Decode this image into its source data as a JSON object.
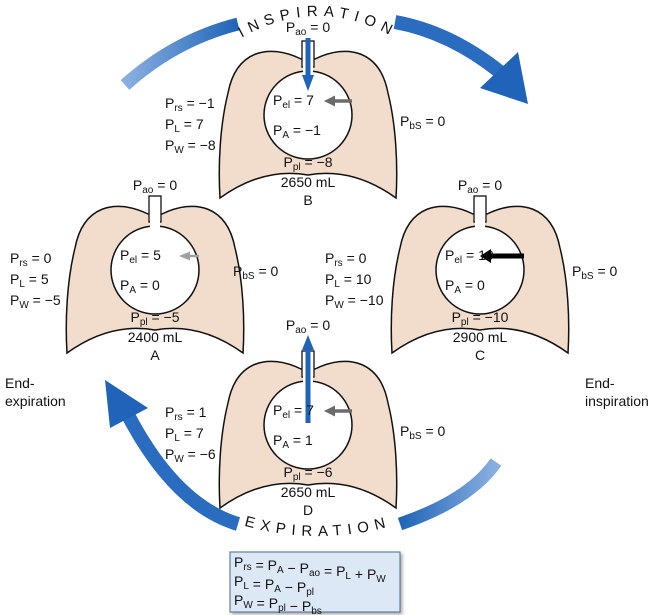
{
  "cycle_labels": {
    "inspiration": "INSPIRATION",
    "expiration": "EXPIRATION"
  },
  "end_labels": {
    "end_expiration": [
      "End-",
      "expiration"
    ],
    "end_inspiration": [
      "End-",
      "inspiration"
    ]
  },
  "colors": {
    "lung_fill": "#f2dccb",
    "arrow_dark": "#1f64b8",
    "arrow_light": "#8ab0e0",
    "formula_box": "#dde8f6"
  },
  "lungs": [
    {
      "id": "B",
      "volume": "2650 mL",
      "pao": {
        "main": "P",
        "sub": "ao",
        "value": " = 0"
      },
      "pel": {
        "main": "P",
        "sub": "el",
        "value": " = 7"
      },
      "pa": {
        "main": "P",
        "sub": "A",
        "value": " = −1"
      },
      "ppl": {
        "main": "P",
        "sub": "pl",
        "value": " = −8"
      },
      "pbs": {
        "main": "P",
        "sub": "bS",
        "value": " = 0"
      },
      "side": [
        {
          "main": "P",
          "sub": "rs",
          "value": " = −1"
        },
        {
          "main": "P",
          "sub": "L",
          "value": " = 7"
        },
        {
          "main": "P",
          "sub": "W",
          "value": " = −8"
        }
      ],
      "airflow": "in",
      "recoil_arrow": "medium-gray"
    },
    {
      "id": "A",
      "volume": "2400 mL",
      "pao": {
        "main": "P",
        "sub": "ao",
        "value": " = 0"
      },
      "pel": {
        "main": "P",
        "sub": "el",
        "value": " = 5"
      },
      "pa": {
        "main": "P",
        "sub": "A",
        "value": " = 0"
      },
      "ppl": {
        "main": "P",
        "sub": "pl",
        "value": " = −5"
      },
      "pbs": {
        "main": "P",
        "sub": "bS",
        "value": " = 0"
      },
      "side": [
        {
          "main": "P",
          "sub": "rs",
          "value": " = 0"
        },
        {
          "main": "P",
          "sub": "L",
          "value": " = 5"
        },
        {
          "main": "P",
          "sub": "W",
          "value": " = −5"
        }
      ],
      "airflow": "none",
      "recoil_arrow": "light-gray"
    },
    {
      "id": "C",
      "volume": "2900 mL",
      "pao": {
        "main": "P",
        "sub": "ao",
        "value": " = 0"
      },
      "pel": {
        "main": "P",
        "sub": "el",
        "value": " = 10"
      },
      "pa": {
        "main": "P",
        "sub": "A",
        "value": " = 0"
      },
      "ppl": {
        "main": "P",
        "sub": "pl",
        "value": " = −10"
      },
      "pbs": {
        "main": "P",
        "sub": "bS",
        "value": " = 0"
      },
      "side": [
        {
          "main": "P",
          "sub": "rs",
          "value": " = 0"
        },
        {
          "main": "P",
          "sub": "L",
          "value": " = 10"
        },
        {
          "main": "P",
          "sub": "W",
          "value": " = −10"
        }
      ],
      "airflow": "none",
      "recoil_arrow": "black"
    },
    {
      "id": "D",
      "volume": "2650 mL",
      "pao": {
        "main": "P",
        "sub": "ao",
        "value": " = 0"
      },
      "pel": {
        "main": "P",
        "sub": "el",
        "value": " = 7"
      },
      "pa": {
        "main": "P",
        "sub": "A",
        "value": " = 1"
      },
      "ppl": {
        "main": "P",
        "sub": "pl",
        "value": " = −6"
      },
      "pbs": {
        "main": "P",
        "sub": "bS",
        "value": " = 0"
      },
      "side": [
        {
          "main": "P",
          "sub": "rs",
          "value": " = 1"
        },
        {
          "main": "P",
          "sub": "L",
          "value": " = 7"
        },
        {
          "main": "P",
          "sub": "W",
          "value": " = −6"
        }
      ],
      "airflow": "out",
      "recoil_arrow": "medium-gray"
    }
  ],
  "formulas": [
    [
      {
        "main": "P",
        "sub": "rs"
      },
      {
        "text": " = "
      },
      {
        "main": "P",
        "sub": "A"
      },
      {
        "text": " − "
      },
      {
        "main": "P",
        "sub": "ao"
      },
      {
        "text": " = "
      },
      {
        "main": "P",
        "sub": "L"
      },
      {
        "text": " + "
      },
      {
        "main": "P",
        "sub": "W"
      }
    ],
    [
      {
        "main": "P",
        "sub": "L"
      },
      {
        "text": " = "
      },
      {
        "main": "P",
        "sub": "A"
      },
      {
        "text": " − "
      },
      {
        "main": "P",
        "sub": "pl"
      }
    ],
    [
      {
        "main": "P",
        "sub": "W"
      },
      {
        "text": " = "
      },
      {
        "main": "P",
        "sub": "pl"
      },
      {
        "text": " − "
      },
      {
        "main": "P",
        "sub": "bs"
      }
    ]
  ]
}
